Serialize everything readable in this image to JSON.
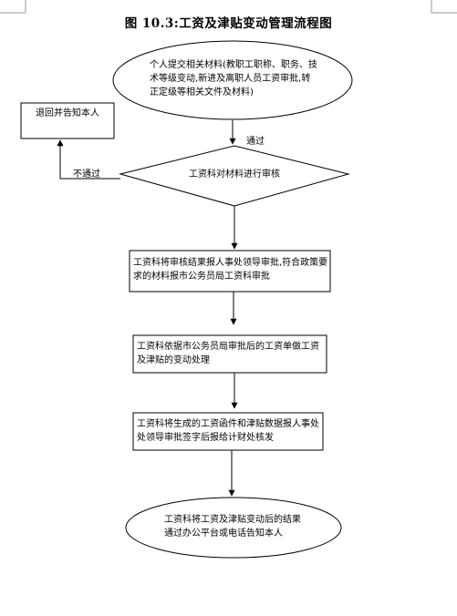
{
  "title": "图 10.3:工资及津贴变动管理流程图",
  "steps": {
    "submit": "个人提交相关材料(教职工职称、职务、技术等级变动,新进及离职人员工资审批,转正定级等相关文件及材料)",
    "review": "工资科对材料进行审核",
    "return": "退回并告知本人",
    "report": "工资科将审核结果报人事处领导审批,符合政策要求的材料报市公务员局工资科审批",
    "process": "工资科依据市公务员局审批后的工资单做工资及津贴的变动处理",
    "submit_finance": "工资科将生成的工资函件和津贴数据报人事处处领导审批签字后报给计财处核发",
    "notify": "工资科将工资及津贴变动后的结果通过办公平台或电话告知本人"
  },
  "edges": {
    "pass": "通过",
    "fail": "不通过"
  }
}
